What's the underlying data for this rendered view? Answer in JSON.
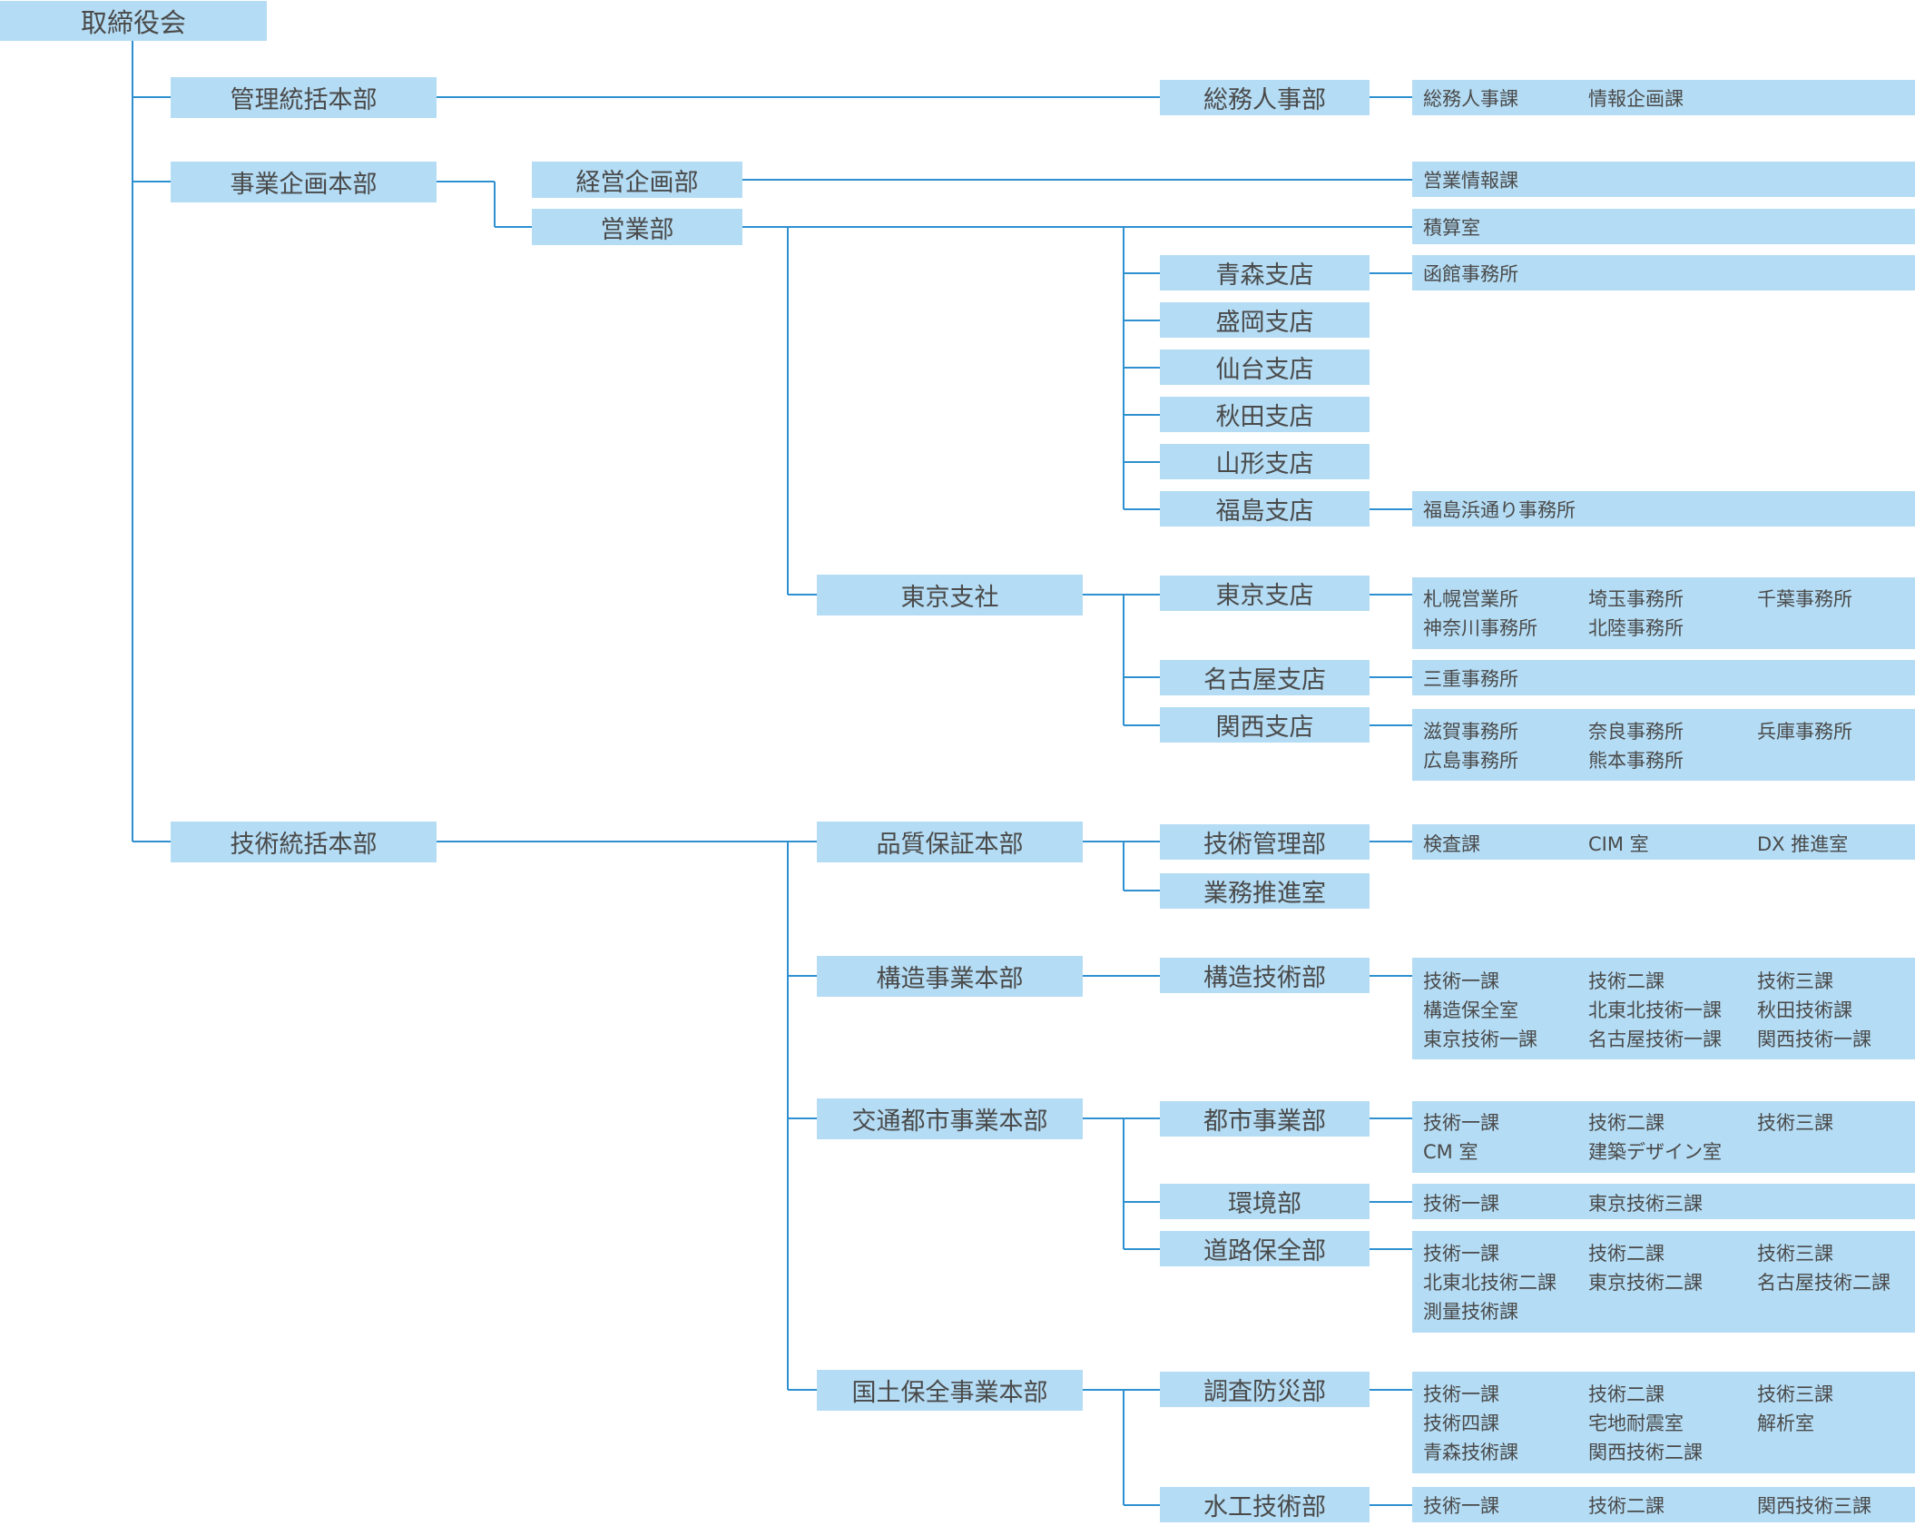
{
  "root": "取締役会",
  "level1": [
    "管理統括本部",
    "事業企画本部",
    "技術統括本部"
  ],
  "level2": [
    "経営企画部",
    "営業部"
  ],
  "level3": [
    "東京支社",
    "品質保証本部",
    "構造事業本部",
    "交通都市事業本部",
    "国土保全事業本部"
  ],
  "level4": [
    "総務人事部",
    "青森支店",
    "盛岡支店",
    "仙台支店",
    "秋田支店",
    "山形支店",
    "福島支店",
    "東京支店",
    "名古屋支店",
    "関西支店",
    "技術管理部",
    "業務推進室",
    "構造技術部",
    "都市事業部",
    "環境部",
    "道路保全部",
    "調査防災部",
    "水工技術部"
  ],
  "leaves": [
    [
      "総務人事課",
      "情報企画課"
    ],
    [
      "営業情報課"
    ],
    [
      "積算室"
    ],
    [
      "函館事務所"
    ],
    [
      "福島浜通り事務所"
    ],
    [
      "札幌営業所",
      "埼玉事務所",
      "千葉事務所",
      "神奈川事務所",
      "北陸事務所"
    ],
    [
      "三重事務所"
    ],
    [
      "滋賀事務所",
      "奈良事務所",
      "兵庫事務所",
      "広島事務所",
      "熊本事務所"
    ],
    [
      "検査課",
      "CIM 室",
      "DX 推進室"
    ],
    [
      "技術一課",
      "技術二課",
      "技術三課",
      "構造保全室",
      "北東北技術一課",
      "秋田技術課",
      "東京技術一課",
      "名古屋技術一課",
      "関西技術一課"
    ],
    [
      "技術一課",
      "技術二課",
      "技術三課",
      "CM 室",
      "建築デザイン室"
    ],
    [
      "技術一課",
      "東京技術三課"
    ],
    [
      "技術一課",
      "技術二課",
      "技術三課",
      "北東北技術二課",
      "東京技術二課",
      "名古屋技術二課",
      "測量技術課"
    ],
    [
      "技術一課",
      "技術二課",
      "技術三課",
      "技術四課",
      "宅地耐震室",
      "解析室",
      "青森技術課",
      "関西技術二課"
    ],
    [
      "技術一課",
      "技術二課",
      "関西技術三課"
    ]
  ],
  "colors": {
    "box": "#b4dcf4",
    "line": "#2e90d0",
    "text": "#4a4a4a"
  }
}
